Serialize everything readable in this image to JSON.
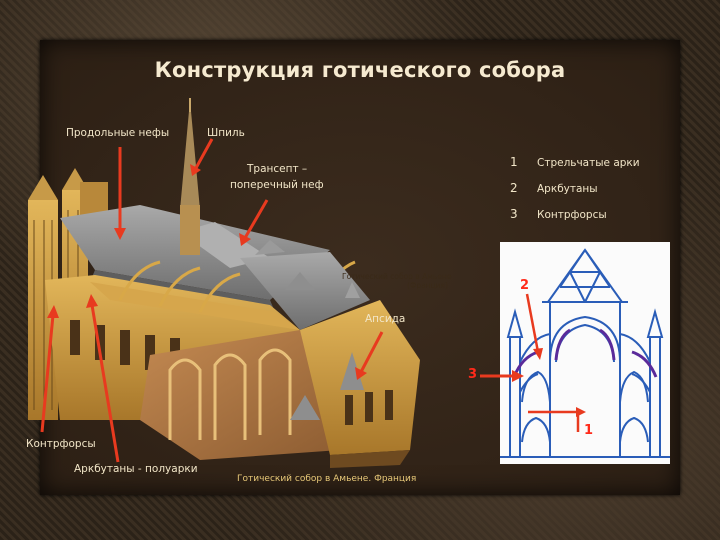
{
  "title": "Конструкция готического собора",
  "labels": {
    "longitudinal_naves": "Продольные нефы",
    "spire": "Шпиль",
    "transept_line1": "Трансепт –",
    "transept_line2": "поперечный неф",
    "apse": "Апсида",
    "buttresses": "Контрфорсы",
    "flying_buttresses": "Аркбутаны - полуарки",
    "caption": "Готический собор в Амьене. Франция",
    "photo_caption_line1": "Готический собор в Амьене",
    "photo_caption_line2": "(Франция)"
  },
  "legend": [
    {
      "num": "1",
      "text": "Стрельчатые арки"
    },
    {
      "num": "2",
      "text": "Аркбутаны"
    },
    {
      "num": "3",
      "text": "Контрфорсы"
    }
  ],
  "markers": {
    "m1": "1",
    "m2": "2",
    "m3": "3"
  },
  "colors": {
    "arrow": "#e83a1f",
    "building": "#c89a3c",
    "roof": "#8e8e8e",
    "diagram_blue": "#2a5db8",
    "diagram_purple": "#5a2a9a"
  }
}
